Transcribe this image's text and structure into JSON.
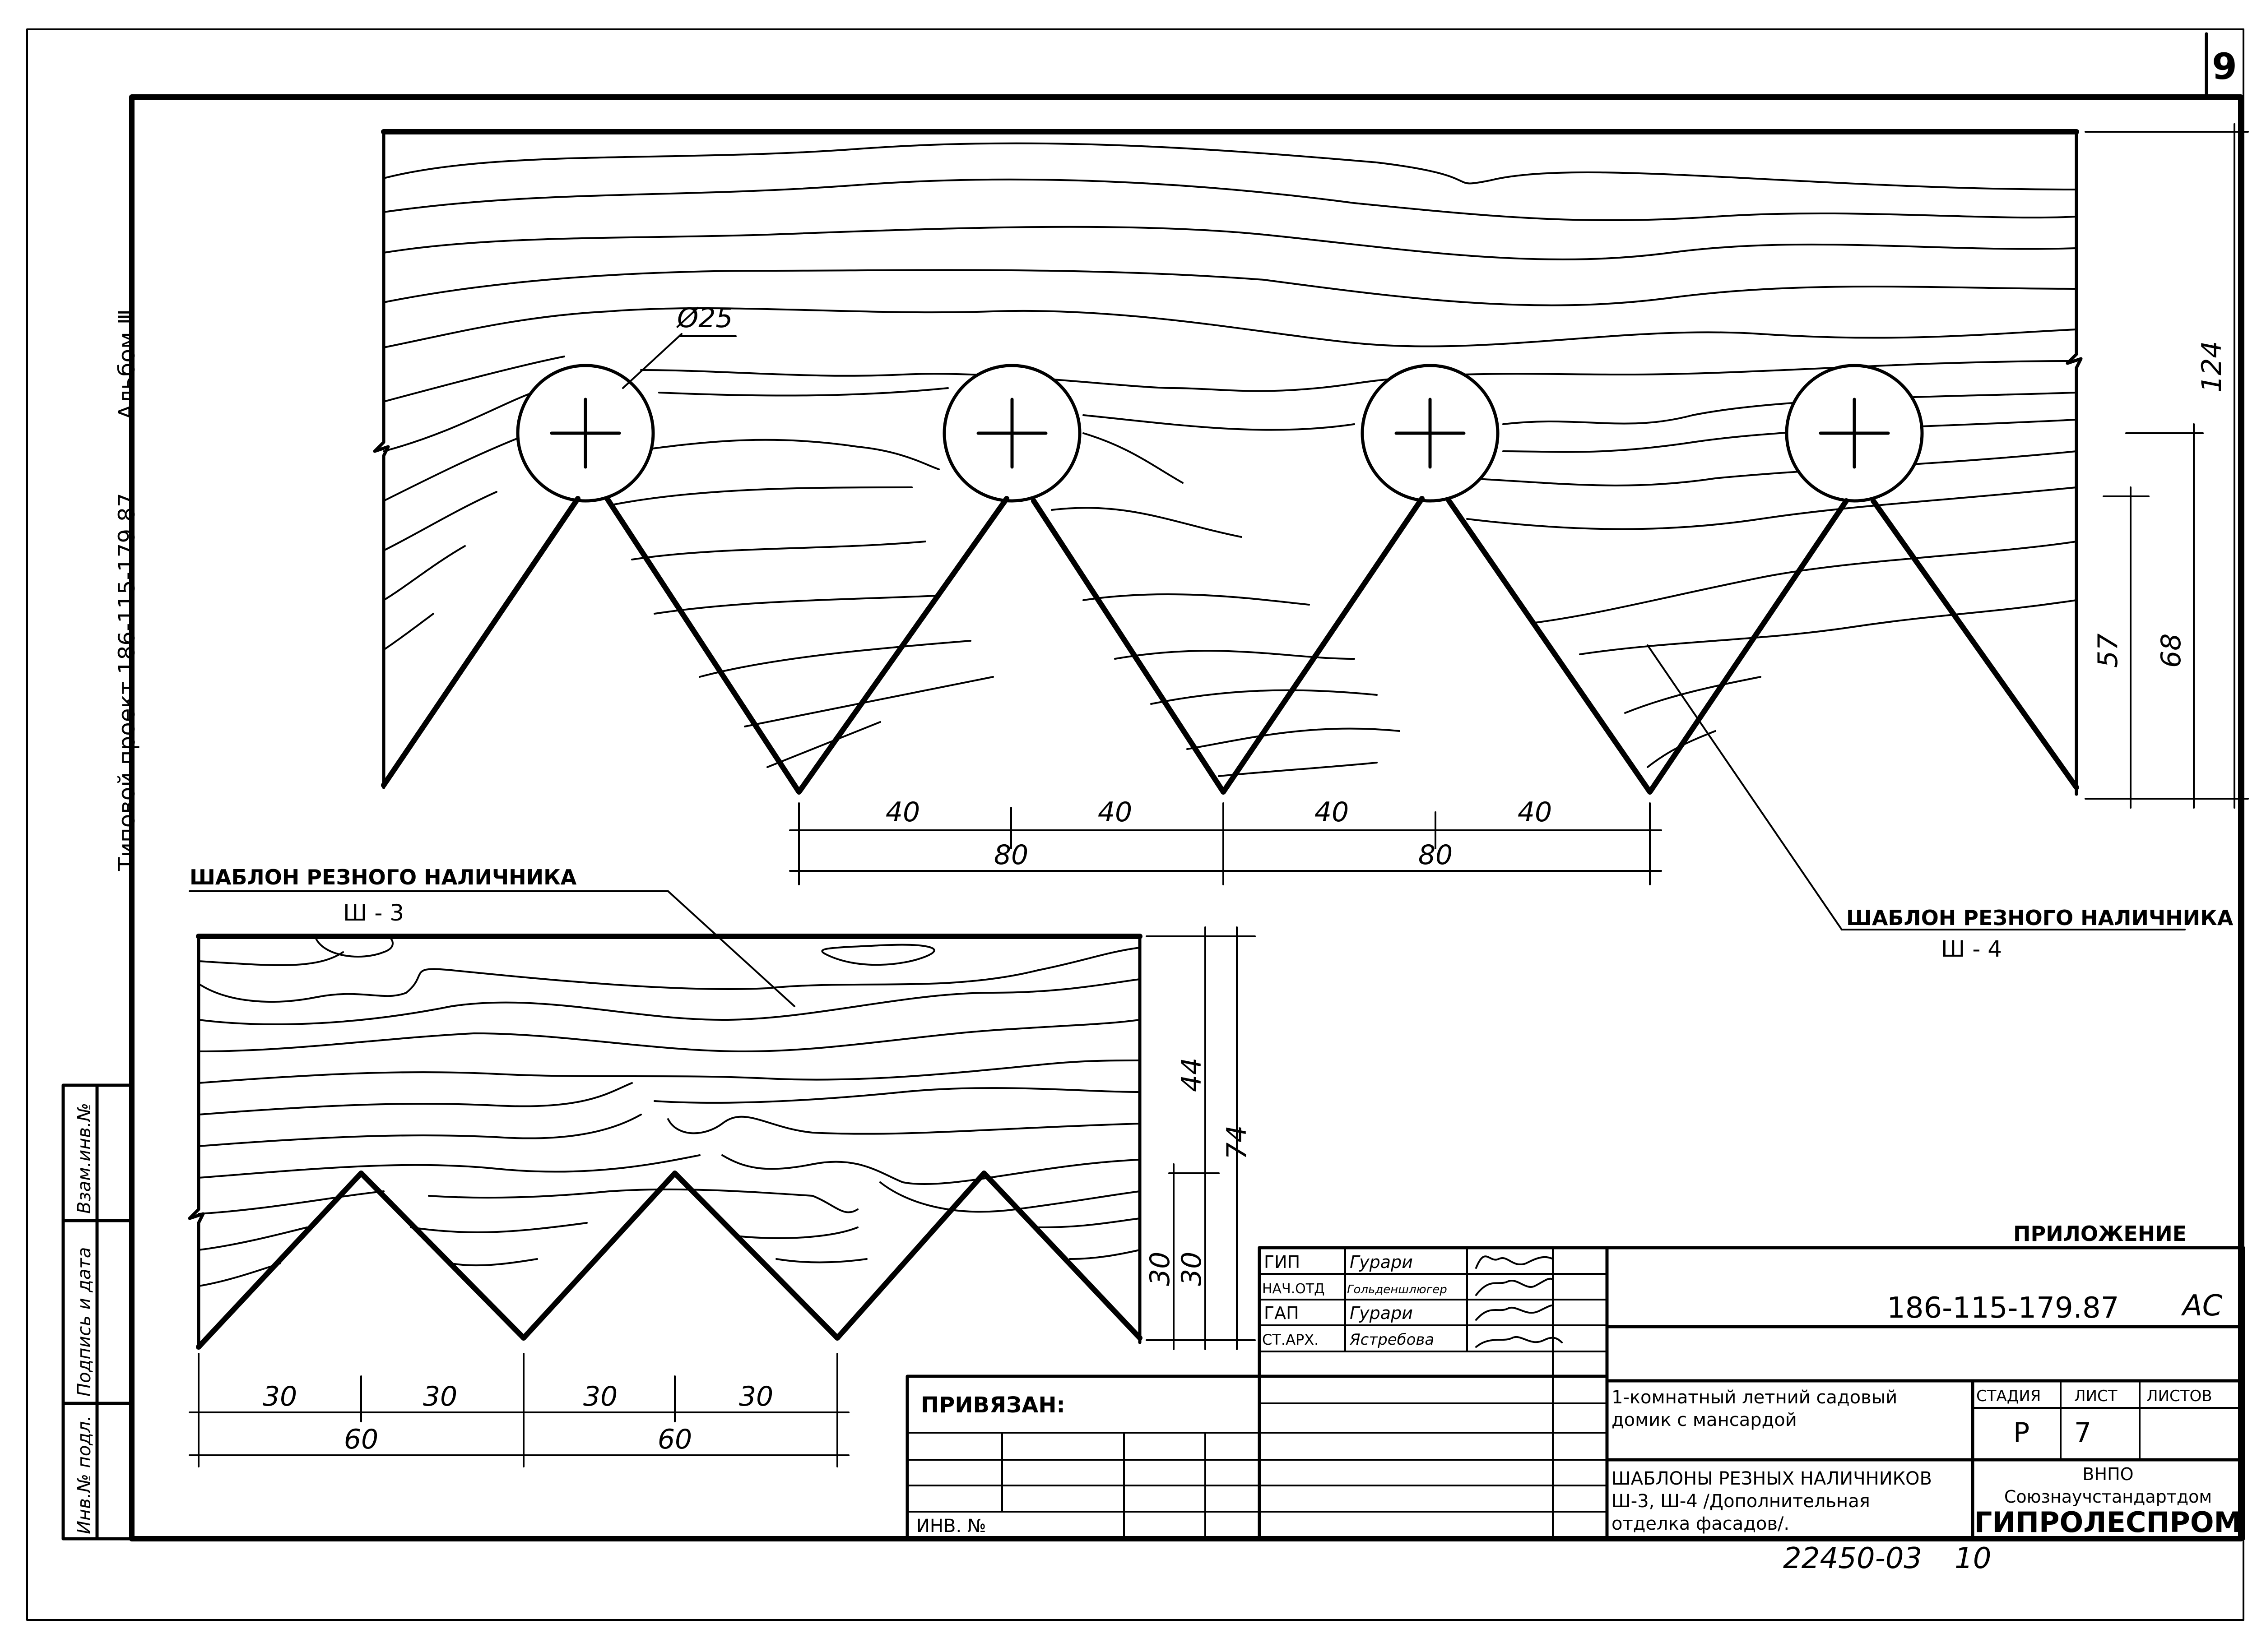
{
  "page_number": "9",
  "side_strip": {
    "project": "Типовой   проект 186-115-179.87",
    "album": "Альбом Ⅲ",
    "cells": [
      "Взам.инв.№",
      "Подпись и дата",
      "Инв.№ подл."
    ]
  },
  "drawing_sh4": {
    "title": "ШАБЛОН РЕЗНОГО НАЛИЧНИКА",
    "code": "Ш - 4",
    "hole_label": "Ø25",
    "dims_top_row": [
      "40",
      "40",
      "40",
      "40"
    ],
    "dims_bottom_row": [
      "80",
      "80"
    ],
    "dims_vertical": [
      "124",
      "68",
      "57"
    ]
  },
  "drawing_sh3": {
    "title": "ШАБЛОН РЕЗНОГО НАЛИЧНИКА",
    "code": "Ш - 3",
    "dims_top_row": [
      "30",
      "30",
      "30",
      "30"
    ],
    "dims_bottom_row": [
      "60",
      "60"
    ],
    "dims_vertical": [
      "74",
      "44",
      "30",
      "30"
    ]
  },
  "title_block": {
    "appendix": "ПРИЛОЖЕНИЕ",
    "doc_code": "186-115-179.87",
    "doc_suffix": "АС",
    "signers": [
      {
        "role": "ГИП",
        "name": "Гурари"
      },
      {
        "role": "НАЧ.ОТД",
        "name": "Гольденшлюгер"
      },
      {
        "role": "ГАП",
        "name": "Гурари"
      },
      {
        "role": "СТ.АРХ.",
        "name": "Ястребова"
      }
    ],
    "bound_label": "ПРИВЯЗАН:",
    "inv_label": "ИНВ. №",
    "object_name_1": "1-комнатный летний садовый",
    "object_name_2": "домик с мансардой",
    "sheet_title_1": "ШАБЛОНЫ РЕЗНЫХ НАЛИЧНИКОВ",
    "sheet_title_2": "Ш-3, Ш-4 /Дополнительная",
    "sheet_title_3": "отделка фасадов/.",
    "stage_header": "СТАДИЯ",
    "sheet_header": "ЛИСТ",
    "sheets_header": "ЛИСТОВ",
    "stage_value": "Р",
    "sheet_value": "7",
    "org_1": "ВНПО",
    "org_2": "Союзнаучстандартдом",
    "org_3": "ГИПРОЛЕСПРОМ",
    "archive_no": "22450-03",
    "archive_sheet": "10"
  }
}
